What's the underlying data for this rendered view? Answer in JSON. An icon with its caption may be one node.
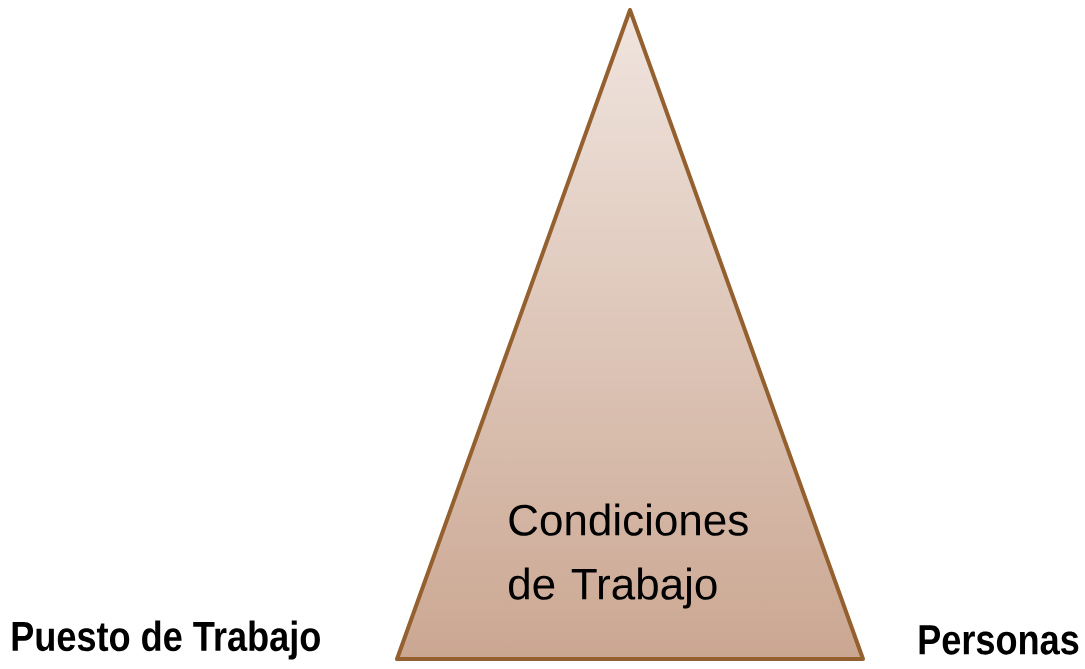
{
  "diagram": {
    "nodes": [
      {
        "text": [
          "Condiciones de Trabajo"
        ]
      }
    ],
    "labels": [
      "Puesto de Trabajo",
      "Personas"
    ]
  }
}
